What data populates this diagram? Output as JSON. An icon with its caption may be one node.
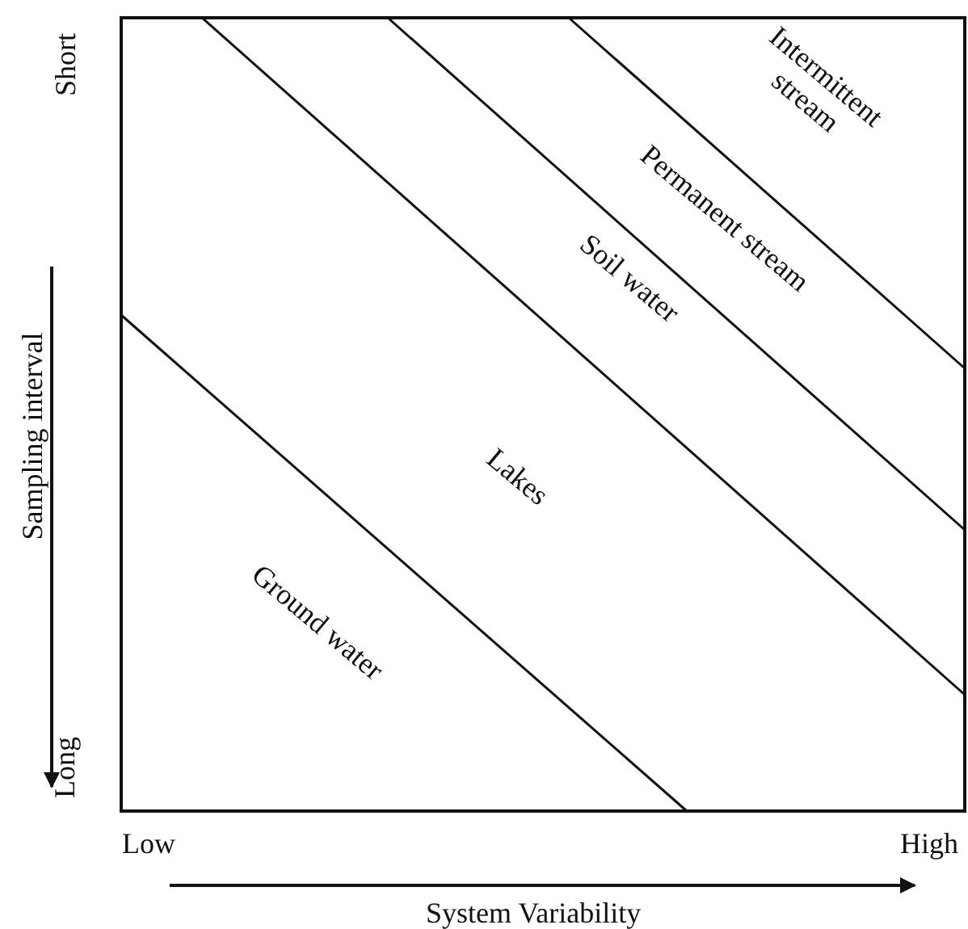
{
  "diagram": {
    "labels": [
      "Short",
      "Intermittent stream",
      "Permanent stream",
      "Sampling interval",
      "Soil water",
      "Lakes",
      "Ground water",
      "Long",
      "Low",
      "High",
      "System Variability"
    ]
  }
}
